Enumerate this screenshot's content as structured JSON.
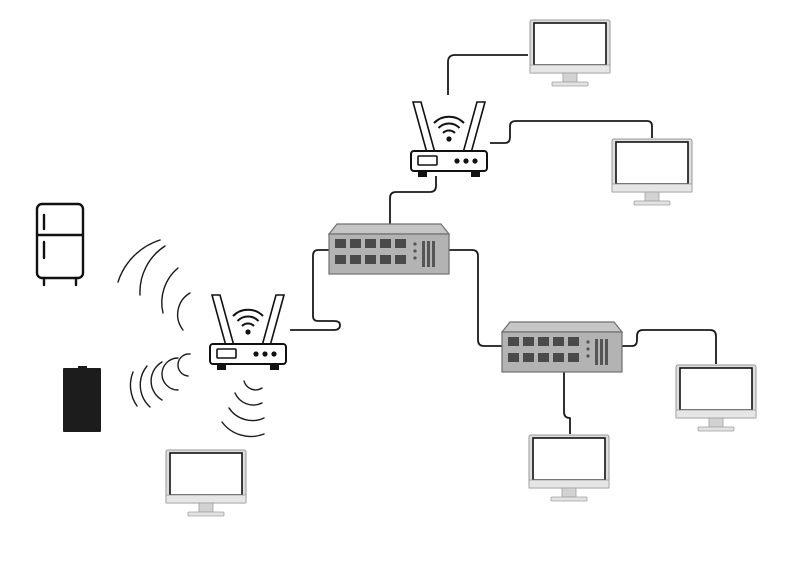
{
  "diagram": {
    "background": "#ffffff",
    "line_color": "#1a1a1a",
    "switch_color": "#b5b5b5",
    "monitor_color": "#e3e3e3",
    "nodes": [
      {
        "id": "router-top",
        "kind": "wireless-router"
      },
      {
        "id": "router-left",
        "kind": "wireless-router"
      },
      {
        "id": "switch-main",
        "kind": "network-switch"
      },
      {
        "id": "switch-lower",
        "kind": "network-switch"
      },
      {
        "id": "monitor-top-1",
        "kind": "desktop-monitor"
      },
      {
        "id": "monitor-top-2",
        "kind": "desktop-monitor"
      },
      {
        "id": "monitor-right",
        "kind": "desktop-monitor"
      },
      {
        "id": "monitor-lower",
        "kind": "desktop-monitor"
      },
      {
        "id": "monitor-left",
        "kind": "desktop-monitor"
      },
      {
        "id": "fridge",
        "kind": "smart-fridge"
      },
      {
        "id": "phone",
        "kind": "smartphone"
      }
    ],
    "links": [
      {
        "from": "router-top",
        "to": "monitor-top-1",
        "medium": "cable"
      },
      {
        "from": "router-top",
        "to": "monitor-top-2",
        "medium": "cable"
      },
      {
        "from": "switch-main",
        "to": "router-top",
        "medium": "cable"
      },
      {
        "from": "switch-main",
        "to": "router-left",
        "medium": "cable"
      },
      {
        "from": "switch-main",
        "to": "switch-lower",
        "medium": "cable"
      },
      {
        "from": "switch-lower",
        "to": "monitor-right",
        "medium": "cable"
      },
      {
        "from": "switch-lower",
        "to": "monitor-lower",
        "medium": "cable"
      },
      {
        "from": "router-left",
        "to": "fridge",
        "medium": "wireless"
      },
      {
        "from": "router-left",
        "to": "phone",
        "medium": "wireless"
      },
      {
        "from": "router-left",
        "to": "monitor-left",
        "medium": "wireless"
      }
    ]
  }
}
